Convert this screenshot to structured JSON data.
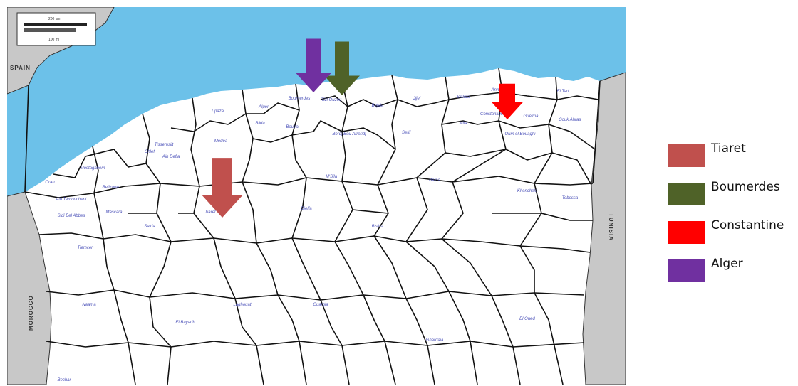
{
  "map": {
    "countries": {
      "spain": "SPAIN",
      "morocco": "MOROCCO",
      "tunisia": "TUNISIA"
    },
    "scale_bar": {
      "top_label": "200 km",
      "bottom_label": "100 mi"
    },
    "colors": {
      "sea": "#6cc1e9",
      "neighbor_land": "#c8c8c8",
      "algeria_land": "#ffffff",
      "borders": "#111111"
    },
    "wilaya_labels": [
      "Oran",
      "Mostaganem",
      "Chlef",
      "Tipaza",
      "Alger",
      "Boumerdes",
      "Tizi Ouzou",
      "Bejaia",
      "Jijel",
      "Skikda",
      "Annaba",
      "El Tarf",
      "Ain Temouchent",
      "Relizane",
      "Ain Defla",
      "Medea",
      "Blida",
      "Bouira",
      "Bordj Bou Arreridj",
      "Setif",
      "Mila",
      "Constantine",
      "Guelma",
      "Souk Ahras",
      "Sidi Bel Abbes",
      "Mascara",
      "Tissemsilt",
      "Tiaret",
      "Djelfa",
      "M'Sila",
      "Batna",
      "Oum el Bouaghi",
      "Khenchela",
      "Tebessa",
      "Biskra",
      "Tlemcen",
      "Saida",
      "Naama",
      "El Bayadh",
      "Laghouat",
      "Ouargla",
      "El Oued",
      "Ghardaia",
      "Bechar"
    ],
    "wilaya_markers": [
      {
        "name": "Tiaret",
        "color": "#c0504d"
      },
      {
        "name": "Boumerdes",
        "color": "#4f6228"
      },
      {
        "name": "Constantine",
        "color": "#ff0000"
      },
      {
        "name": "Alger",
        "color": "#7030a0"
      }
    ]
  },
  "legend": {
    "items": [
      {
        "label": "Tiaret",
        "color": "#c0504d"
      },
      {
        "label": "Boumerdes",
        "color": "#4f6228"
      },
      {
        "label": "Constantine",
        "color": "#ff0000"
      },
      {
        "label": "Alger",
        "color": "#7030a0"
      }
    ]
  }
}
